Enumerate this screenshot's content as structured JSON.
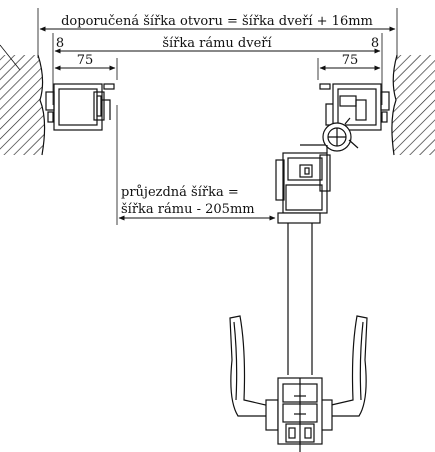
{
  "dimensions": {
    "recommended_opening": "doporučená šířka otvoru = šířka dveří + 16mm",
    "frame_width": "šířka rámu dveří",
    "gap_left": "8",
    "gap_right": "8",
    "profile_left": "75",
    "profile_right": "75",
    "passage_line1": "průjezdná šířka =",
    "passage_line2": "šířka rámu - 205mm"
  },
  "colors": {
    "line": "#111111",
    "hatch": "#222222",
    "background": "#ffffff"
  }
}
